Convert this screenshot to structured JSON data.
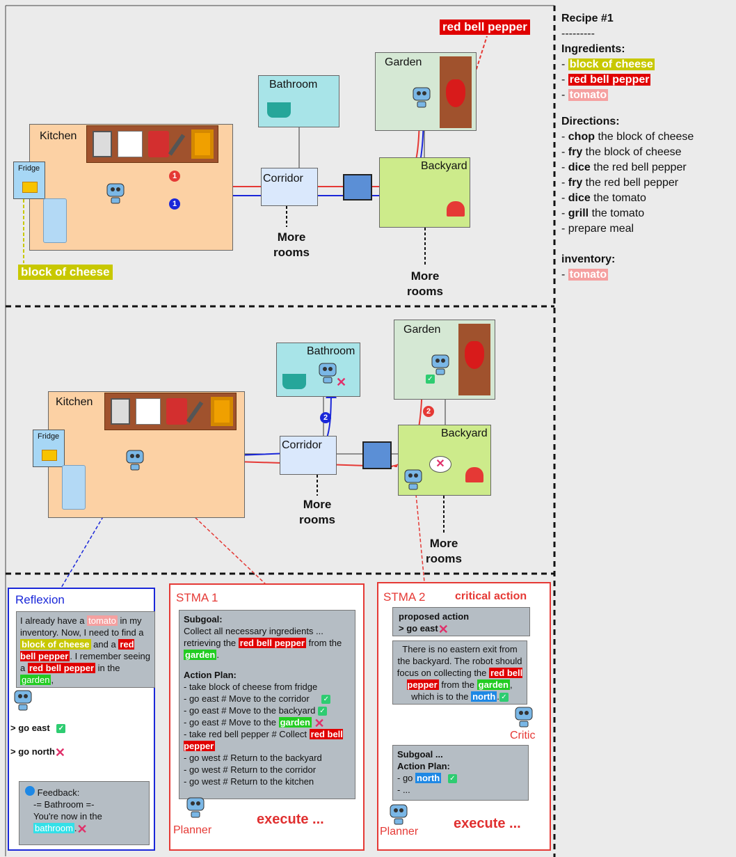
{
  "recipe": {
    "title": "Recipe #1",
    "divider": "---------",
    "ingredients_header": "Ingredients:",
    "ingredients": [
      "block of cheese",
      "red bell pepper",
      "tomato"
    ],
    "directions_header": "Directions:",
    "directions": [
      {
        "verb": "chop",
        "rest": " the block of cheese"
      },
      {
        "verb": "fry",
        "rest": " the block of cheese"
      },
      {
        "verb": "dice",
        "rest": " the red bell pepper"
      },
      {
        "verb": "fry",
        "rest": " the red bell pepper"
      },
      {
        "verb": "dice",
        "rest": " the tomato"
      },
      {
        "verb": "grill",
        "rest": " the tomato"
      },
      {
        "verb": "",
        "rest": " prepare meal"
      }
    ],
    "inventory_header": "inventory:",
    "inventory": [
      "tomato"
    ]
  },
  "map1": {
    "kitchen": "Kitchen",
    "fridge": "Fridge",
    "bathroom": "Bathroom",
    "garden": "Garden",
    "corridor": "Corridor",
    "backyard": "Backyard",
    "more_rooms": "More rooms",
    "cheese_label": "block of cheese",
    "pepper_label": "red bell pepper",
    "step1": "1"
  },
  "map2": {
    "kitchen": "Kitchen",
    "fridge": "Fridge",
    "bathroom": "Bathroom",
    "garden": "Garden",
    "corridor": "Corridor",
    "backyard": "Backyard",
    "more_rooms": "More rooms",
    "step2": "2"
  },
  "reflexion": {
    "title": "Reflexion",
    "t1": "I already have a ",
    "h1": "tomato",
    "t2": " in my inventory. Now, I need to find a ",
    "h2": "block of cheese",
    "t3": " and a ",
    "h3": "red bell pepper",
    "t4": ". I remember seeing a ",
    "h4": "red bell pepper",
    "t5": " in the ",
    "h5": "garden",
    "t6": ",",
    "cmd1": "> go east",
    "cmd2": "> go north",
    "feedback_label": "Feedback:",
    "feedback_line1": "-= Bathroom =-",
    "feedback_line2": "You're now in the",
    "feedback_hl": "bathroom",
    "feedback_end": "."
  },
  "stma1": {
    "title": "STMA 1",
    "subgoal_header": "Subgoal:",
    "subgoal_t1": "Collect all necessary ingredients ... retrieving the ",
    "subgoal_h1": "red bell pepper",
    "subgoal_t2": " from the ",
    "subgoal_h2": "garden",
    "subgoal_t3": ".",
    "plan_header": "Action Plan:",
    "plan": [
      "- take block of cheese from fridge",
      "- go east  # Move to the corridor",
      "- go east  # Move to the backyard",
      "- go east # Move to the ",
      "- take red bell pepper  # Collect ",
      "- go west  # Return to the backyard",
      "- go west  # Return to the corridor",
      "- go west  # Return to the kitchen"
    ],
    "plan_hl_garden": "garden",
    "plan_hl_pepper": "red bell pepper",
    "planner": "Planner",
    "execute": "execute ..."
  },
  "stma2": {
    "title": "STMA 2",
    "critical": "critical action",
    "proposed_header": "proposed action",
    "proposed_cmd": "> go east",
    "critic_t1": "There is no eastern exit from the backyard. The robot should focus on collecting the ",
    "critic_h1": "red bell pepper",
    "critic_t2": " from the ",
    "critic_h2": "garden",
    "critic_t3": ", which is to the ",
    "critic_h3": "north",
    "critic_t4": ".",
    "critic": "Critic",
    "subgoal": "Subgoal ...",
    "plan_header": "Action Plan:",
    "plan_go": "- go ",
    "plan_north": "north",
    "plan_more": "- ...",
    "planner": "Planner",
    "execute": "execute ..."
  },
  "colors": {
    "kitchen": "#fcd1a4",
    "bathroom": "#a8e4e8",
    "garden": "#d5e8d4",
    "corridor": "#dae8fc",
    "backyard": "#cdeb8b",
    "path_red": "#e53935",
    "path_blue": "#1a27d9",
    "highlight_yellow": "#c8c800",
    "highlight_red": "#e00000",
    "highlight_pink": "#f5a0a0",
    "highlight_green": "#22cc22"
  }
}
